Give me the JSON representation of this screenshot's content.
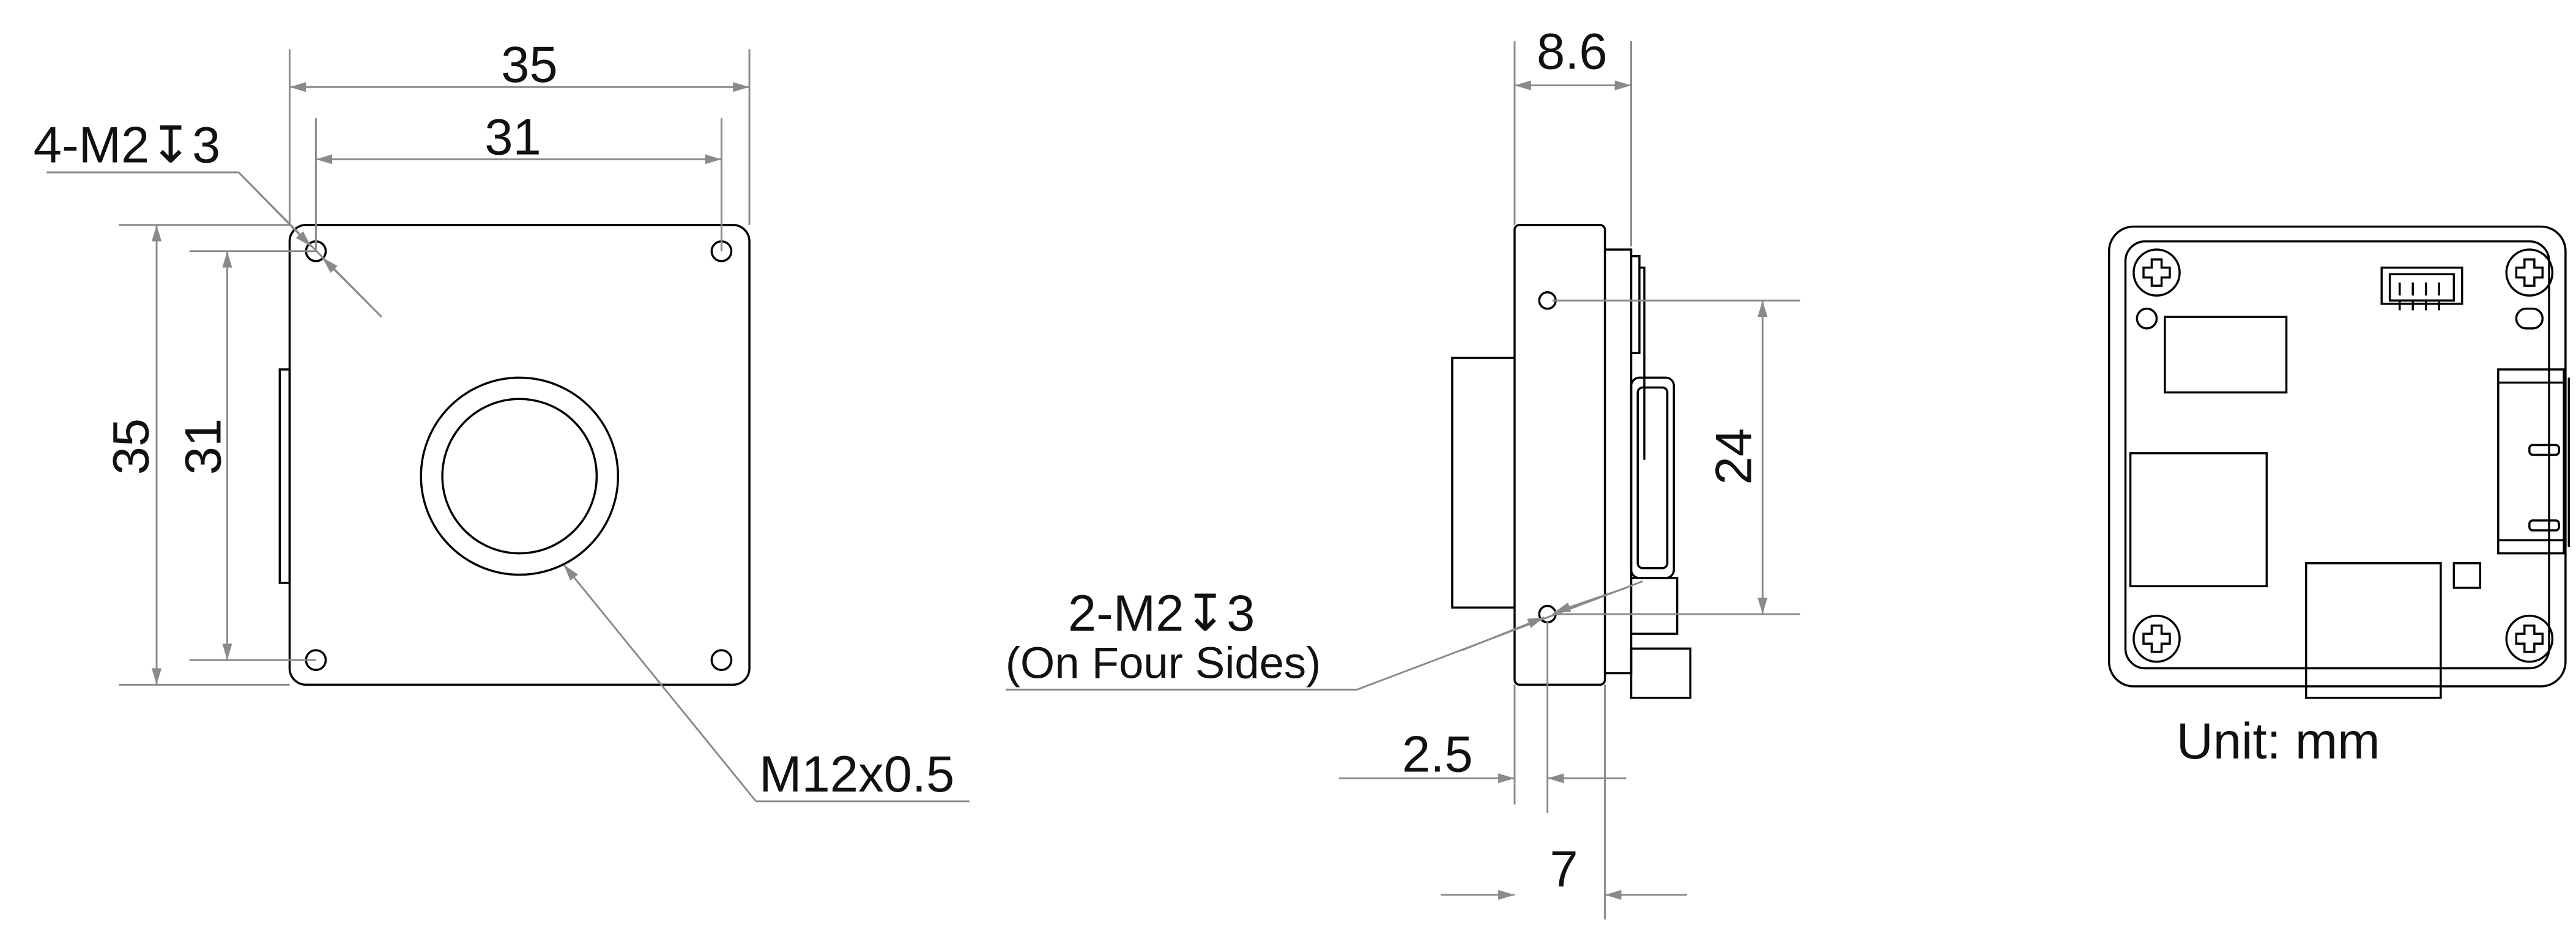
{
  "title": "Camera module dimension drawing",
  "front_view": {
    "width_outer": "35",
    "width_holes": "31",
    "height_outer": "35",
    "height_holes": "31",
    "mount_holes": "4-M2↧3",
    "lens_thread": "M12x0.5"
  },
  "side_view": {
    "depth_total": "8.6",
    "hole_spacing": "24",
    "side_holes": "2-M2↧3",
    "side_holes_note": "(On Four Sides)",
    "hole_offset": "2.5",
    "body_depth": "7"
  },
  "back_view": {
    "unit_label": "Unit: mm"
  },
  "colors": {
    "outline": "#000000",
    "dimension": "#8a8a8a"
  }
}
